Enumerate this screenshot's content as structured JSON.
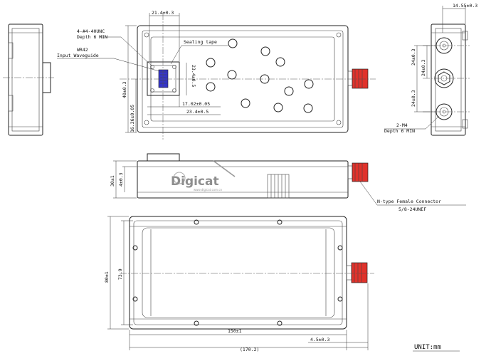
{
  "labels": {
    "flange_screws": "4-#4-40UNC",
    "flange_screws_depth": "Depth 6 MIN",
    "waveguide_type": "WR42",
    "waveguide_role": "Input Waveguide",
    "sealing_tape": "Sealing tape",
    "side_screws": "2-M4",
    "side_screws_depth": "Depth 6 MIN",
    "connector": "N-type Female Connector",
    "connector_thread": "5/8-24UNEF",
    "unit": "UNIT:mm"
  },
  "dimensions": {
    "top_flange_width": "21.4±0.3",
    "flange_offset_a": "23.4±0.5",
    "flange_offset_b": "17.02±0.05",
    "flange_offset_c": "23.4±0.5",
    "top_height": "40±0.3",
    "top_height_2": "16.26±0.05",
    "right_width": "14.55±0.3",
    "right_a": "24±0.3",
    "right_b": "24±0.3",
    "right_c": "24±0.3",
    "side_height": "30±1",
    "side_height_2": "4±0.3",
    "bottom_height": "80±1",
    "bottom_height_2": "73.9",
    "bottom_length": "150±1",
    "bottom_overall": "(170.2)",
    "bottom_connector": "4.5±0.3"
  },
  "logo": {
    "brand": "Digicat",
    "tagline": "www.digicat.com.cn"
  },
  "colors": {
    "connector": "#e0322b",
    "waveguide": "#3535c8",
    "line": "#222222"
  }
}
